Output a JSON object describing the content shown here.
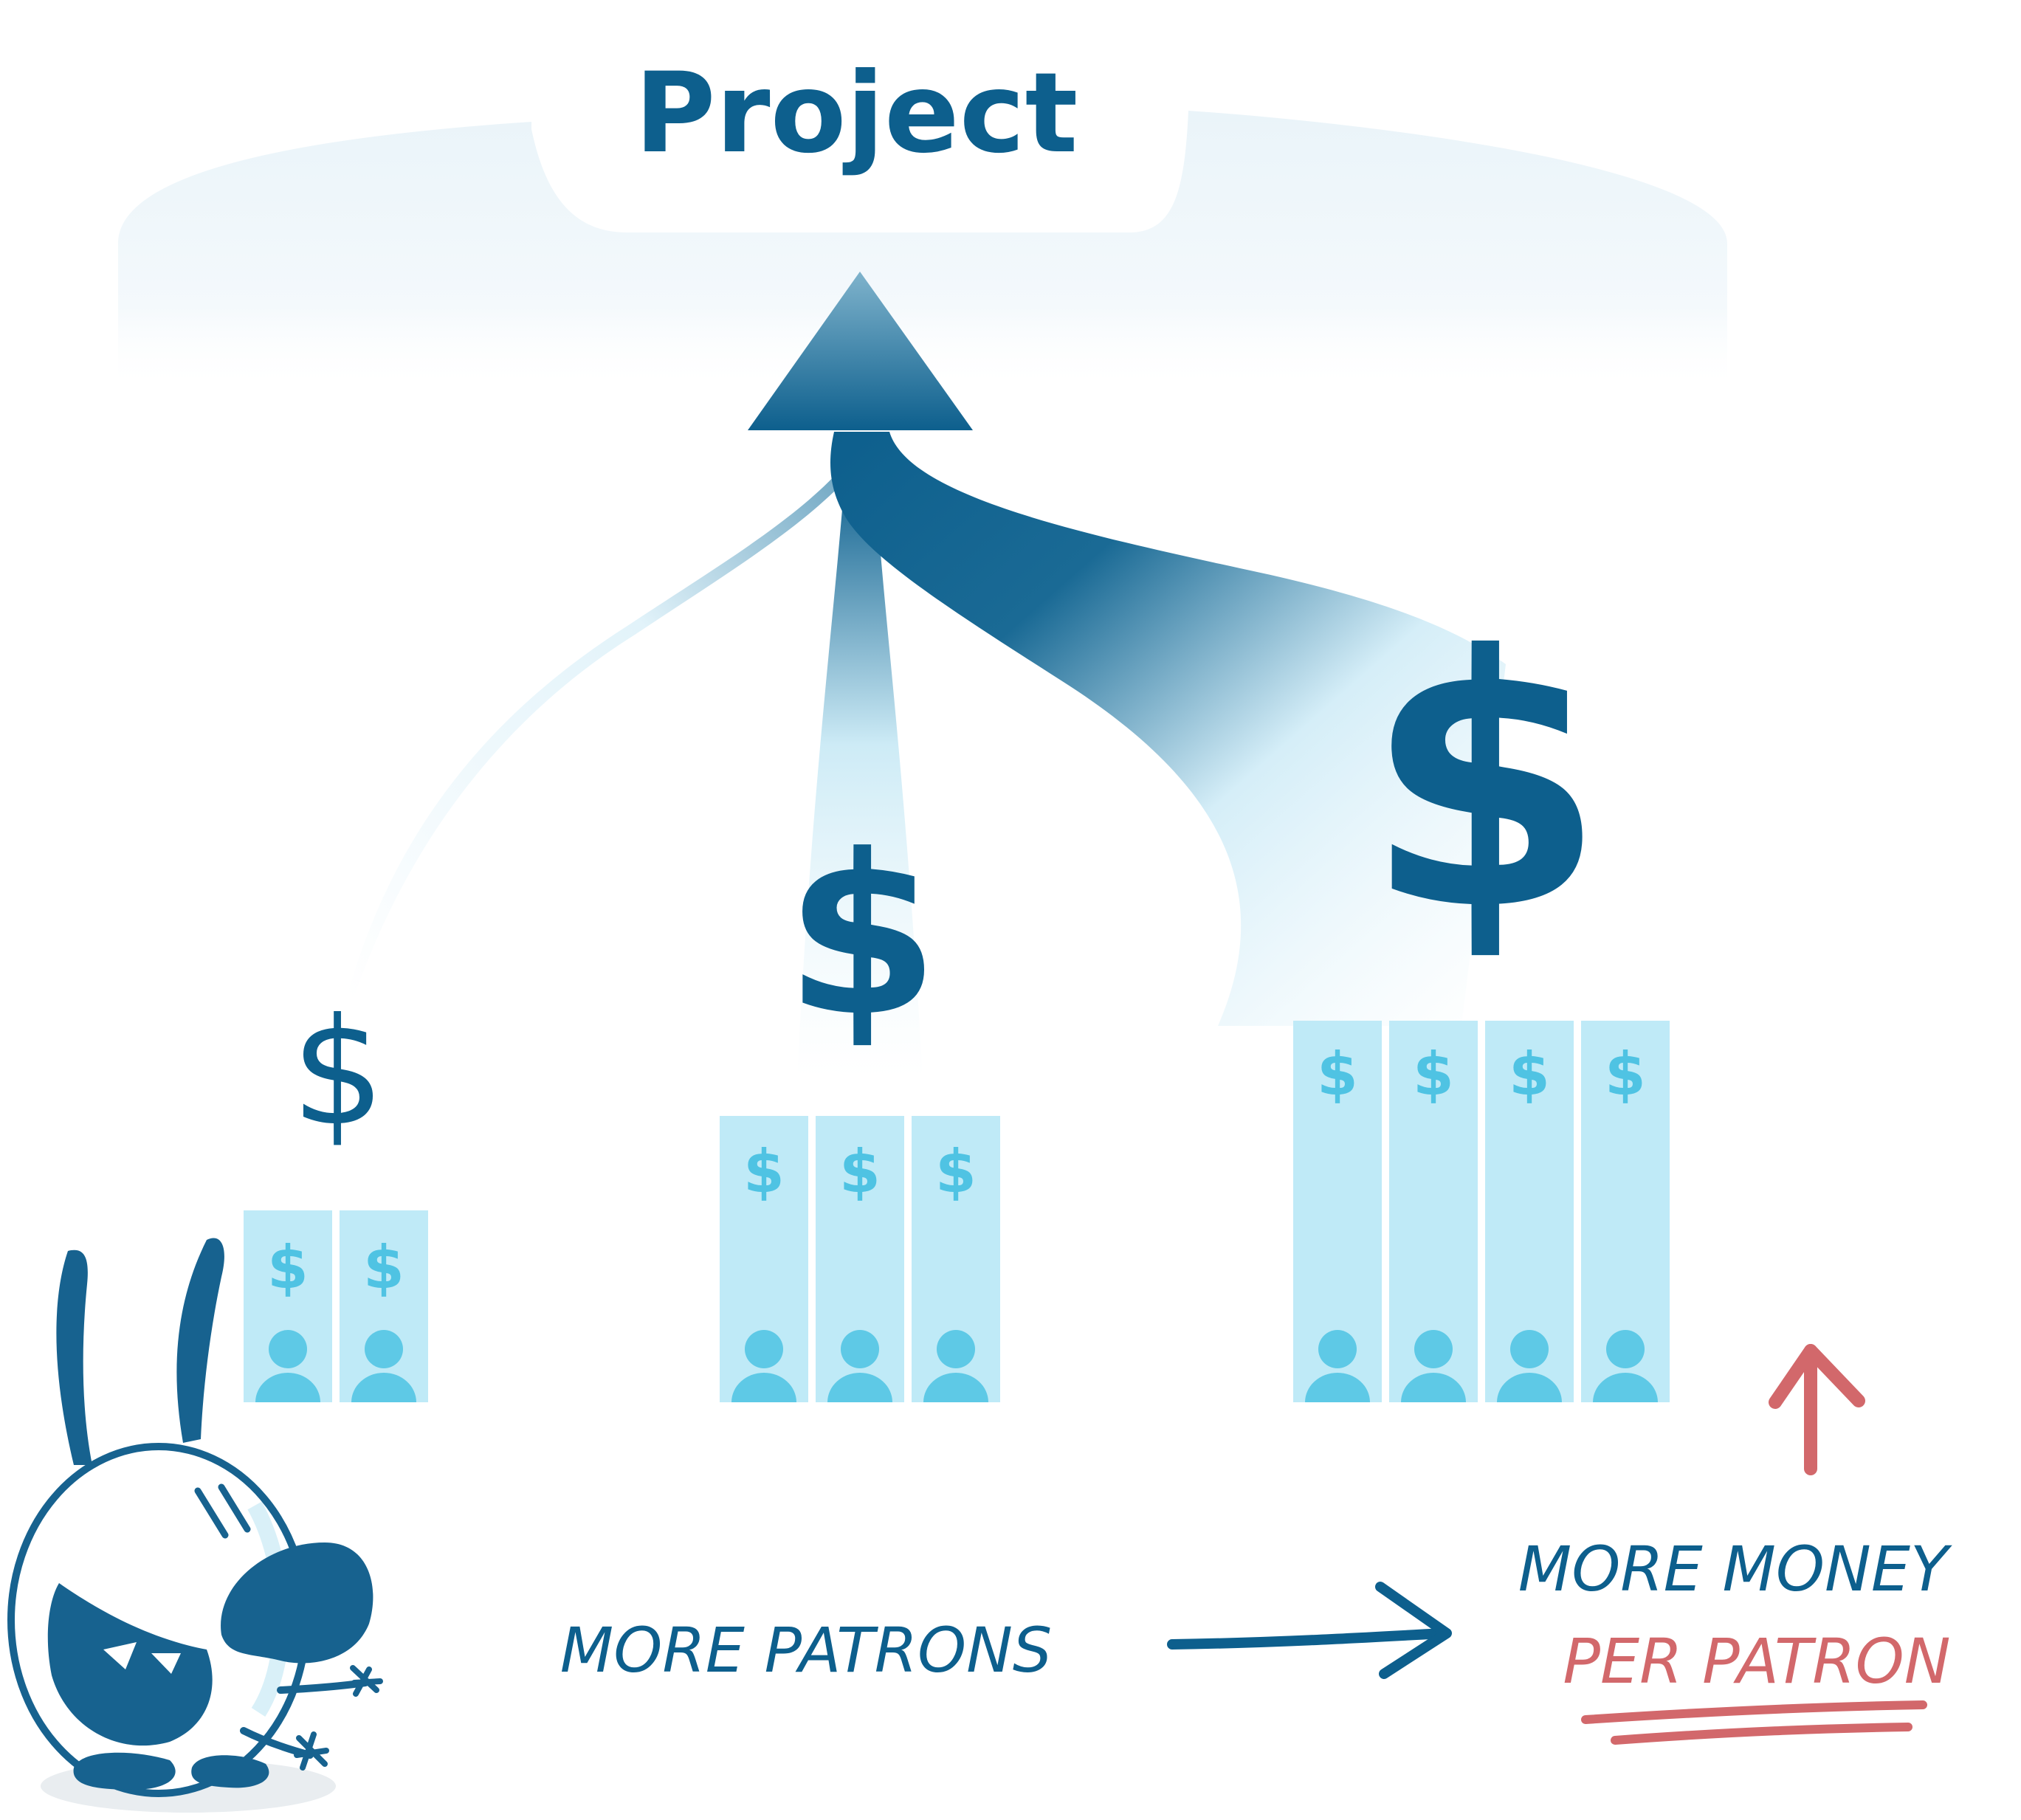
{
  "title": "Project",
  "levels": [
    {
      "patrons": 2,
      "symbol": "$",
      "symbol_style": "thin"
    },
    {
      "patrons": 3,
      "symbol": "$",
      "symbol_style": "medium"
    },
    {
      "patrons": 4,
      "symbol": "$",
      "symbol_style": "large"
    }
  ],
  "patron_card_symbol": "$",
  "labels": {
    "more_patrons": "MORE PATRONS",
    "more_money": "MORE MONEY",
    "per_patron": "PER PATRON"
  },
  "colors": {
    "primary": "#0d5f8d",
    "card_fill": "#bfeaf7",
    "card_icon": "#4fc3e3",
    "accent_red": "#d2686b",
    "header_fade": "#eef6fa"
  },
  "icons": [
    "arrow-up-icon",
    "arrow-right-icon",
    "person-icon",
    "dollar-icon",
    "mascot-character"
  ]
}
